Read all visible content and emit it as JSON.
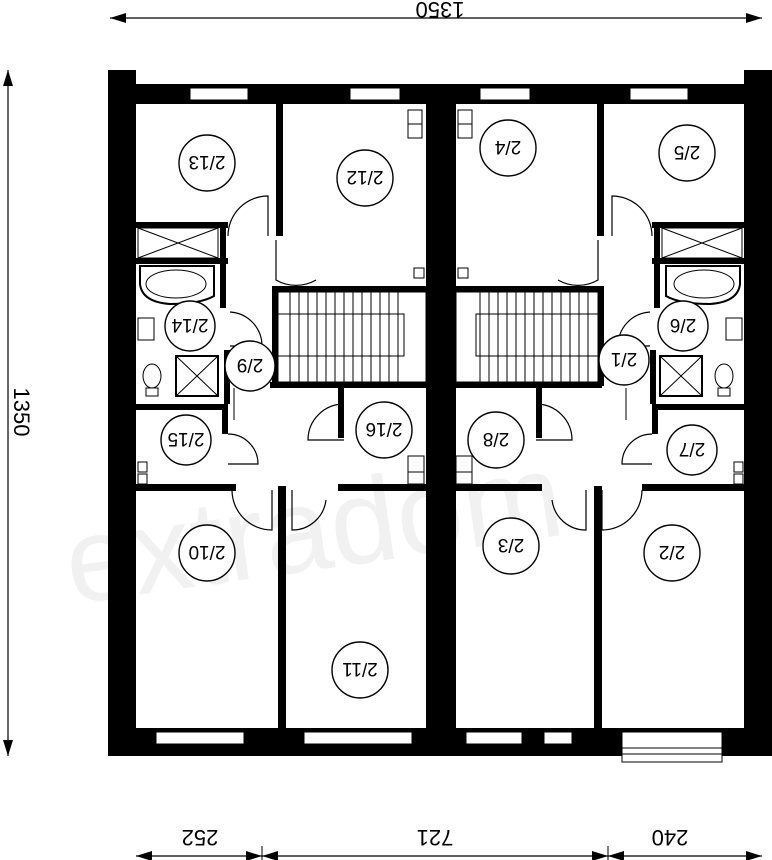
{
  "watermark": "extradom",
  "dimensions": {
    "overall_width": "1350",
    "overall_depth": "1350",
    "segment_left": "252",
    "segment_middle": "721",
    "segment_right": "240"
  },
  "rooms": {
    "r_213_top_left": "2/13",
    "r_212_top": "2/12",
    "r_214_left": "2/14",
    "r_29": "2/9",
    "r_215_left": "2/15",
    "r_216_left": "2/16",
    "r_210": "2/10",
    "r_211": "2/11",
    "r_24": "2/4",
    "r_25": "2/5",
    "r_26": "2/6",
    "r_21": "2/1",
    "r_28": "2/8",
    "r_27": "2/7",
    "r_23": "2/3",
    "r_22": "2/2"
  }
}
